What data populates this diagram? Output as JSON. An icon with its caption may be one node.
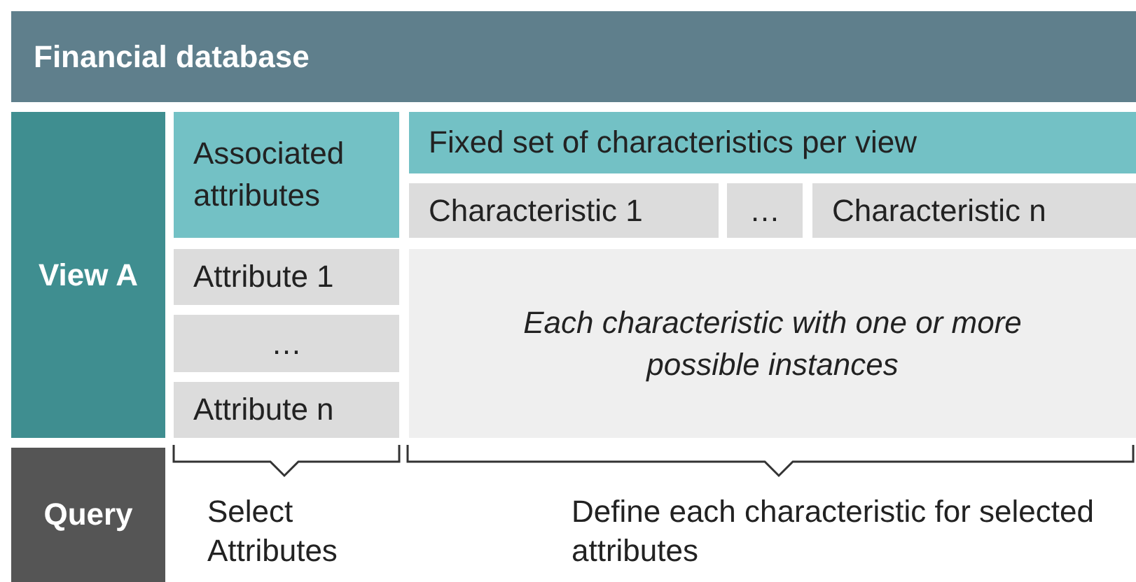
{
  "diagram": {
    "nodes": [
      {
        "text": [
          "Financial database"
        ]
      },
      {
        "text": [
          "View A"
        ]
      },
      {
        "text": [
          "Associated attributes"
        ]
      },
      {
        "text": [
          "Fixed set of characteristics per view"
        ]
      },
      {
        "text": [
          "Characteristic 1"
        ]
      },
      {
        "text": [
          "…"
        ]
      },
      {
        "text": [
          "Characteristic n"
        ]
      },
      {
        "text": [
          "Attribute 1"
        ]
      },
      {
        "text": [
          "…"
        ]
      },
      {
        "text": [
          "Attribute n"
        ]
      },
      {
        "text": [
          "Each characteristic with one or more possible instances"
        ]
      },
      {
        "text": [
          "Query"
        ]
      }
    ],
    "edges": [],
    "labels": [
      "Select Attributes",
      "Define each characteristic for selected attributes"
    ]
  }
}
